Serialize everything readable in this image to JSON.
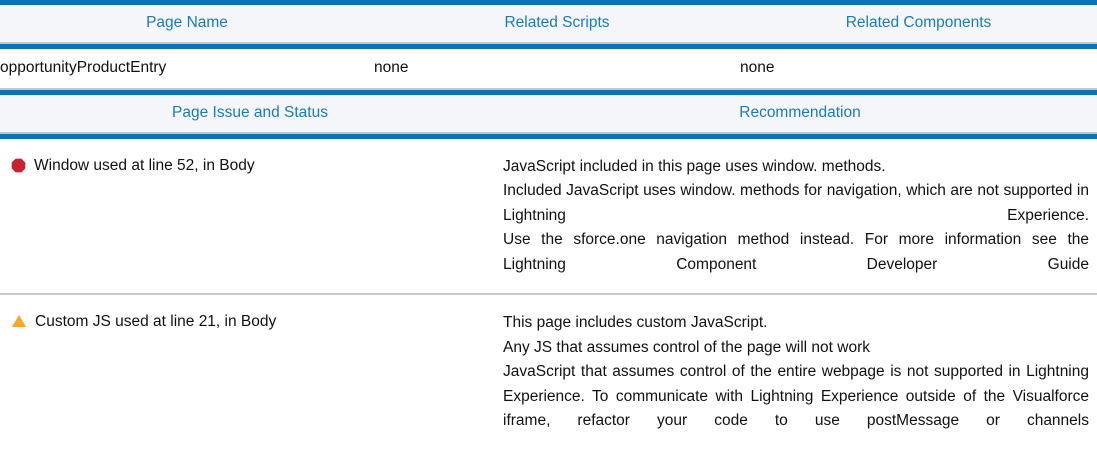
{
  "colors": {
    "accent_blue": "#0b72b5",
    "header_text_blue": "#1b7bb9",
    "header_bg": "#f4f6f9",
    "divider_grey": "#c6c6c6",
    "error_red": "#c9232d",
    "warning_amber": "#f7a82b",
    "body_text": "#111111"
  },
  "summary_table": {
    "columns": [
      {
        "label": "Page Name"
      },
      {
        "label": "Related Scripts"
      },
      {
        "label": "Related Components"
      }
    ],
    "rows": [
      {
        "page_name": "opportunityProductEntry",
        "related_scripts": "none",
        "related_components": "none"
      }
    ]
  },
  "issues_table": {
    "columns": [
      {
        "label": "Page Issue and Status"
      },
      {
        "label": "Recommendation"
      }
    ],
    "rows": [
      {
        "icon": "stop-octagon-icon",
        "severity": "error",
        "issue": "Window used at line 52, in Body",
        "recommendation_lines": [
          "JavaScript included in this page uses window. methods.",
          "Included JavaScript uses window. methods for navigation, which are not supported in Lightning Experience.",
          "Use the sforce.one navigation method instead. For more information see the Lightning Component Developer Guide"
        ]
      },
      {
        "icon": "warning-triangle-icon",
        "severity": "warning",
        "issue": "Custom JS used at line 21, in Body",
        "recommendation_lines": [
          "This page includes custom JavaScript.",
          "Any JS that assumes control of the page will not work",
          "JavaScript that assumes control of the entire webpage is not supported in Lightning Experience. To communicate with Lightning Experience outside of the Visualforce iframe, refactor your code to use postMessage or channels"
        ]
      }
    ]
  }
}
